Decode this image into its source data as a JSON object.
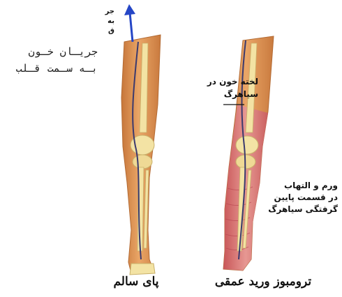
{
  "image": {
    "arrow_label_clipped": [
      "جر",
      "به",
      "ق"
    ],
    "blood_flow_label": [
      "جریـان خـون",
      "بـه سـمت قـلب"
    ],
    "clot_label": [
      "لخته خون در",
      "سیاهرگ"
    ],
    "swelling_label": [
      "ورم و التهاب",
      "در قسمت پایین",
      "گرفتگی سیاهرگ"
    ],
    "healthy_leg_caption": "پای سالم",
    "dvt_caption": "ترومبوز ورید عمقی"
  },
  "colors": {
    "skin": "#e39a5c",
    "skin_shadow": "#c6763a",
    "bone": "#f3e3a4",
    "vein": "#3b3a6e",
    "arrow": "#2546c6",
    "inflammation": "#d9727a"
  }
}
